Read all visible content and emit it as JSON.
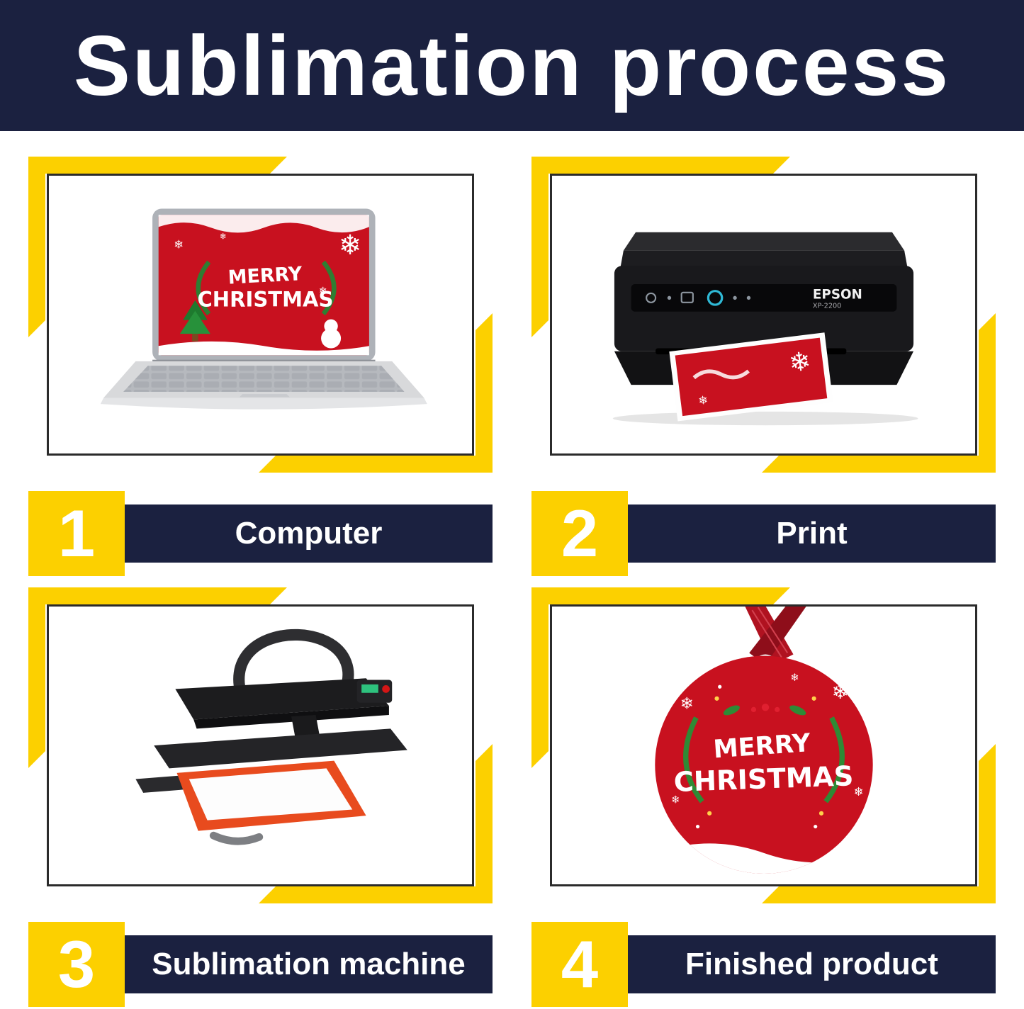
{
  "header": {
    "title": "Sublimation process"
  },
  "panels": [
    {
      "number": "1",
      "label": "Computer",
      "art": {
        "type": "laptop",
        "line1": "MERRY",
        "line2": "CHRISTMAS"
      }
    },
    {
      "number": "2",
      "label": "Print",
      "art": {
        "type": "printer",
        "brand": "EPSON",
        "model": "XP-2200"
      }
    },
    {
      "number": "3",
      "label": "Sublimation machine",
      "art": {
        "type": "heat-press"
      }
    },
    {
      "number": "4",
      "label": "Finished product",
      "art": {
        "type": "ornament",
        "line1": "MERRY",
        "line2": "CHRISTMAS"
      }
    }
  ],
  "colors": {
    "navy": "#1b2140",
    "yellow": "#fcd000",
    "red": "#c8111f"
  }
}
